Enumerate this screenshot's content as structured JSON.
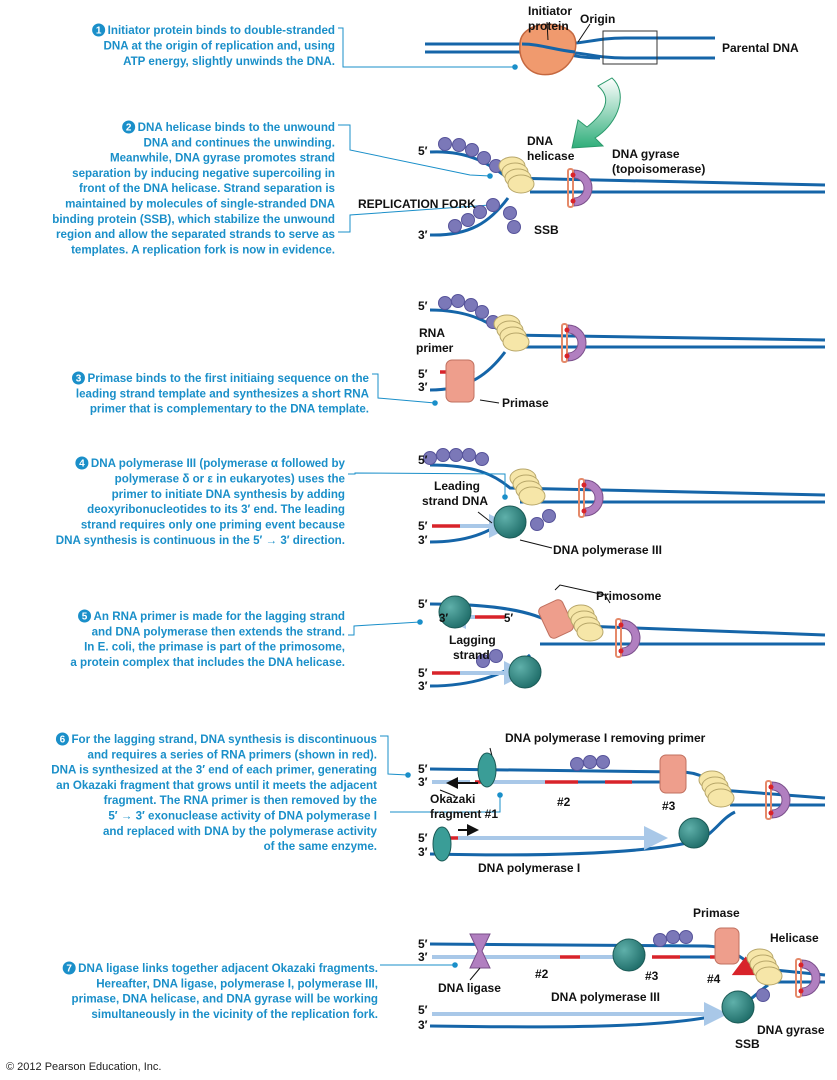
{
  "steps": [
    {
      "number": "1",
      "lines": [
        "Initiator protein binds to double-stranded",
        "DNA at the origin of replication and, using",
        "ATP energy, slightly unwinds the DNA."
      ]
    },
    {
      "number": "2",
      "lines": [
        "DNA helicase binds to the unwound",
        "DNA and continues the unwinding.",
        "Meanwhile, DNA gyrase promotes strand",
        "separation by inducing negative supercoiling in",
        "front of the DNA helicase. Strand separation is",
        "maintained by molecules of single-stranded DNA",
        "binding protein (SSB), which stabilize the unwound",
        "region and allow the separated strands to serve as",
        "templates. A replication fork is now in evidence."
      ]
    },
    {
      "number": "3",
      "lines": [
        "Primase binds to the first initiaing sequence on the",
        "leading strand template and synthesizes a short RNA",
        "primer that is complementary to the DNA template."
      ]
    },
    {
      "number": "4",
      "lines": [
        "DNA polymerase III (polymerase α followed by",
        "polymerase δ or ε in eukaryotes) uses the",
        "primer to initiate DNA synthesis by adding",
        "deoxyribonucleotides to its 3′ end. The leading",
        "strand requires only one priming event because",
        "DNA synthesis is continuous in the 5′ → 3′ direction."
      ]
    },
    {
      "number": "5",
      "lines": [
        "An RNA primer is made for the lagging strand",
        "and DNA polymerase then extends the strand.",
        "In E. coli, the primase is part of the primosome,",
        "a protein complex that includes the DNA helicase."
      ]
    },
    {
      "number": "6",
      "lines": [
        "For the lagging strand, DNA synthesis is discontinuous",
        "and requires a series of RNA primers (shown in red).",
        "DNA is synthesized at the 3′ end of each primer, generating",
        "an Okazaki fragment that grows until it meets the adjacent",
        "fragment. The RNA primer is then removed by the",
        "5′ → 3′ exonuclease activity of DNA polymerase I",
        "and replaced with DNA by the polymerase activity",
        "of the same enzyme."
      ]
    },
    {
      "number": "7",
      "lines": [
        "DNA ligase links together adjacent Okazaki fragments.",
        "Hereafter, DNA ligase, polymerase I, polymerase III,",
        "primase, DNA helicase, and DNA gyrase will be working",
        "simultaneously in the vicinity of the replication fork."
      ]
    }
  ],
  "labels": {
    "initiator_protein": [
      "Initiator",
      "protein"
    ],
    "origin": "Origin",
    "parental_dna": "Parental DNA",
    "dna_helicase": [
      "DNA",
      "helicase"
    ],
    "dna_gyrase_topo": [
      "DNA gyrase",
      "(topoisomerase)"
    ],
    "replication_fork": "REPLICATION FORK",
    "ssb": "SSB",
    "rna_primer": [
      "RNA",
      "primer"
    ],
    "primase": "Primase",
    "leading_strand_dna": [
      "Leading",
      "strand DNA"
    ],
    "dna_polymerase_iii": "DNA polymerase III",
    "primosome": "Primosome",
    "lagging_strand": [
      "Lagging",
      "strand"
    ],
    "dna_pol_i_removing": "DNA polymerase I removing primer",
    "okazaki_fragment_1": [
      "Okazaki",
      "fragment #1"
    ],
    "num_2": "#2",
    "num_3": "#3",
    "num_4": "#4",
    "dna_polymerase_i": "DNA polymerase I",
    "helicase": "Helicase",
    "dna_ligase": "DNA ligase",
    "dna_gyrase": "DNA gyrase",
    "five_prime": "5′",
    "three_prime": "3′"
  },
  "copyright": "© 2012 Pearson Education, Inc.",
  "colors": {
    "accent_text": "#1a8fc9",
    "dna_strand": "#1565a8",
    "new_dna": "#a9c8e8",
    "rna_primer": "#d8232a",
    "ssb": "#7b78b8",
    "helicase": "#f6e6a8",
    "gyrase": "#b17fc0",
    "primase": "#ee9e8c",
    "polymerase": "#2f8a85",
    "initiator": "#f09a6e"
  }
}
